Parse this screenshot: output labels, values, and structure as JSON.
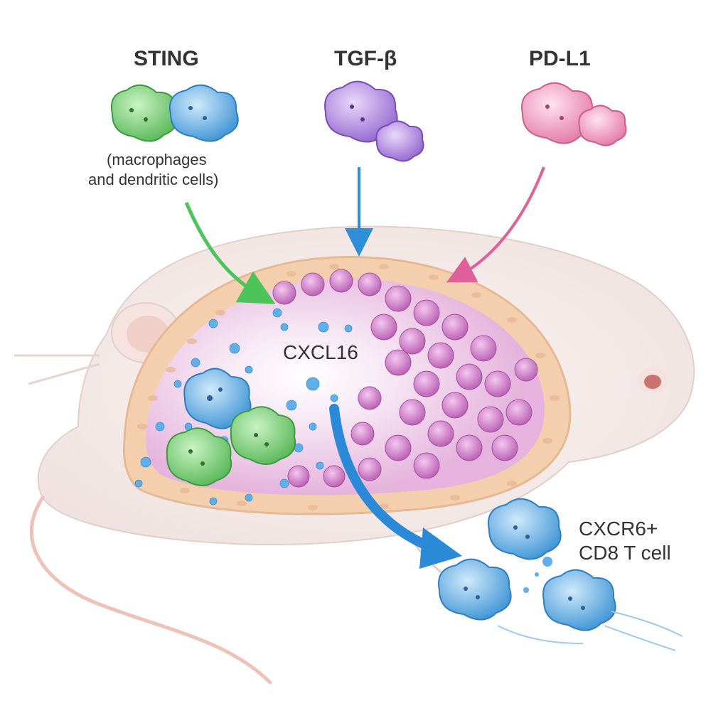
{
  "labels": {
    "sting": "STING",
    "tgf_beta": "TGF-β",
    "pd_l1": "PD-L1",
    "sting_sub_line1": "(macrophages",
    "sting_sub_line2": "and dendritic cells)",
    "chemokine": "CXCL16",
    "t_cell_line1": "CXCR6+",
    "t_cell_line2": "CD8 T cell"
  },
  "colors": {
    "sting_arrow": "#4cc45a",
    "tgf_arrow": "#2f8fd6",
    "pdl1_arrow": "#e0609a",
    "chemokine_arrow": "#2a8ad8",
    "macrophage_green": "#7ed47c",
    "dendritic_blue": "#6cb6ec",
    "tgf_purple": "#b58ae0",
    "pdl1_pink": "#f2a0c4",
    "tumor_magenta": "#d77fcf",
    "mouse_body": "#f7eeec",
    "stroma_peach": "#f4cfae"
  },
  "icons": {
    "sting_cells": "immune-cell-cluster-icon",
    "tgf_cells": "purple-cell-icon",
    "pdl1_cells": "pink-cell-icon",
    "t_cells": "t-cell-icon",
    "mouse": "mouse-silhouette-icon"
  }
}
